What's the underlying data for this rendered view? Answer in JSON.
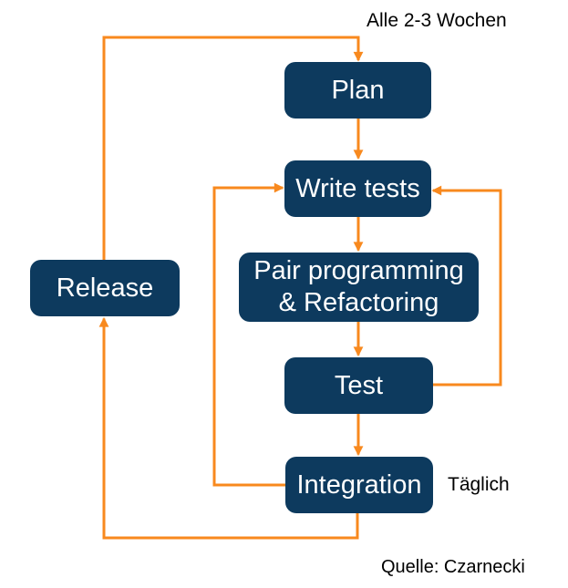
{
  "diagram": {
    "background": "#ffffff",
    "colors": {
      "node_fill": "#0d3a5e",
      "node_text": "#ffffff",
      "arrow": "#f8891e",
      "annotation_text": "#000000"
    },
    "nodes": {
      "plan": {
        "label": "Plan"
      },
      "write_tests": {
        "label": "Write tests"
      },
      "pair": {
        "label": "Pair programming\n& Refactoring"
      },
      "test": {
        "label": "Test"
      },
      "integration": {
        "label": "Integration"
      },
      "release": {
        "label": "Release"
      }
    },
    "edges": [
      {
        "from": "Release",
        "to": "Plan"
      },
      {
        "from": "Plan",
        "to": "Write tests"
      },
      {
        "from": "Write tests",
        "to": "Pair programming & Refactoring"
      },
      {
        "from": "Pair programming & Refactoring",
        "to": "Test"
      },
      {
        "from": "Test",
        "to": "Integration"
      },
      {
        "from": "Test",
        "to": "Write tests"
      },
      {
        "from": "Integration",
        "to": "Write tests"
      },
      {
        "from": "Integration",
        "to": "Release"
      }
    ],
    "annotations": {
      "cycle_label": "Alle 2-3 Wochen",
      "daily_label": "Täglich",
      "source_label": "Quelle: Czarnecki"
    }
  }
}
